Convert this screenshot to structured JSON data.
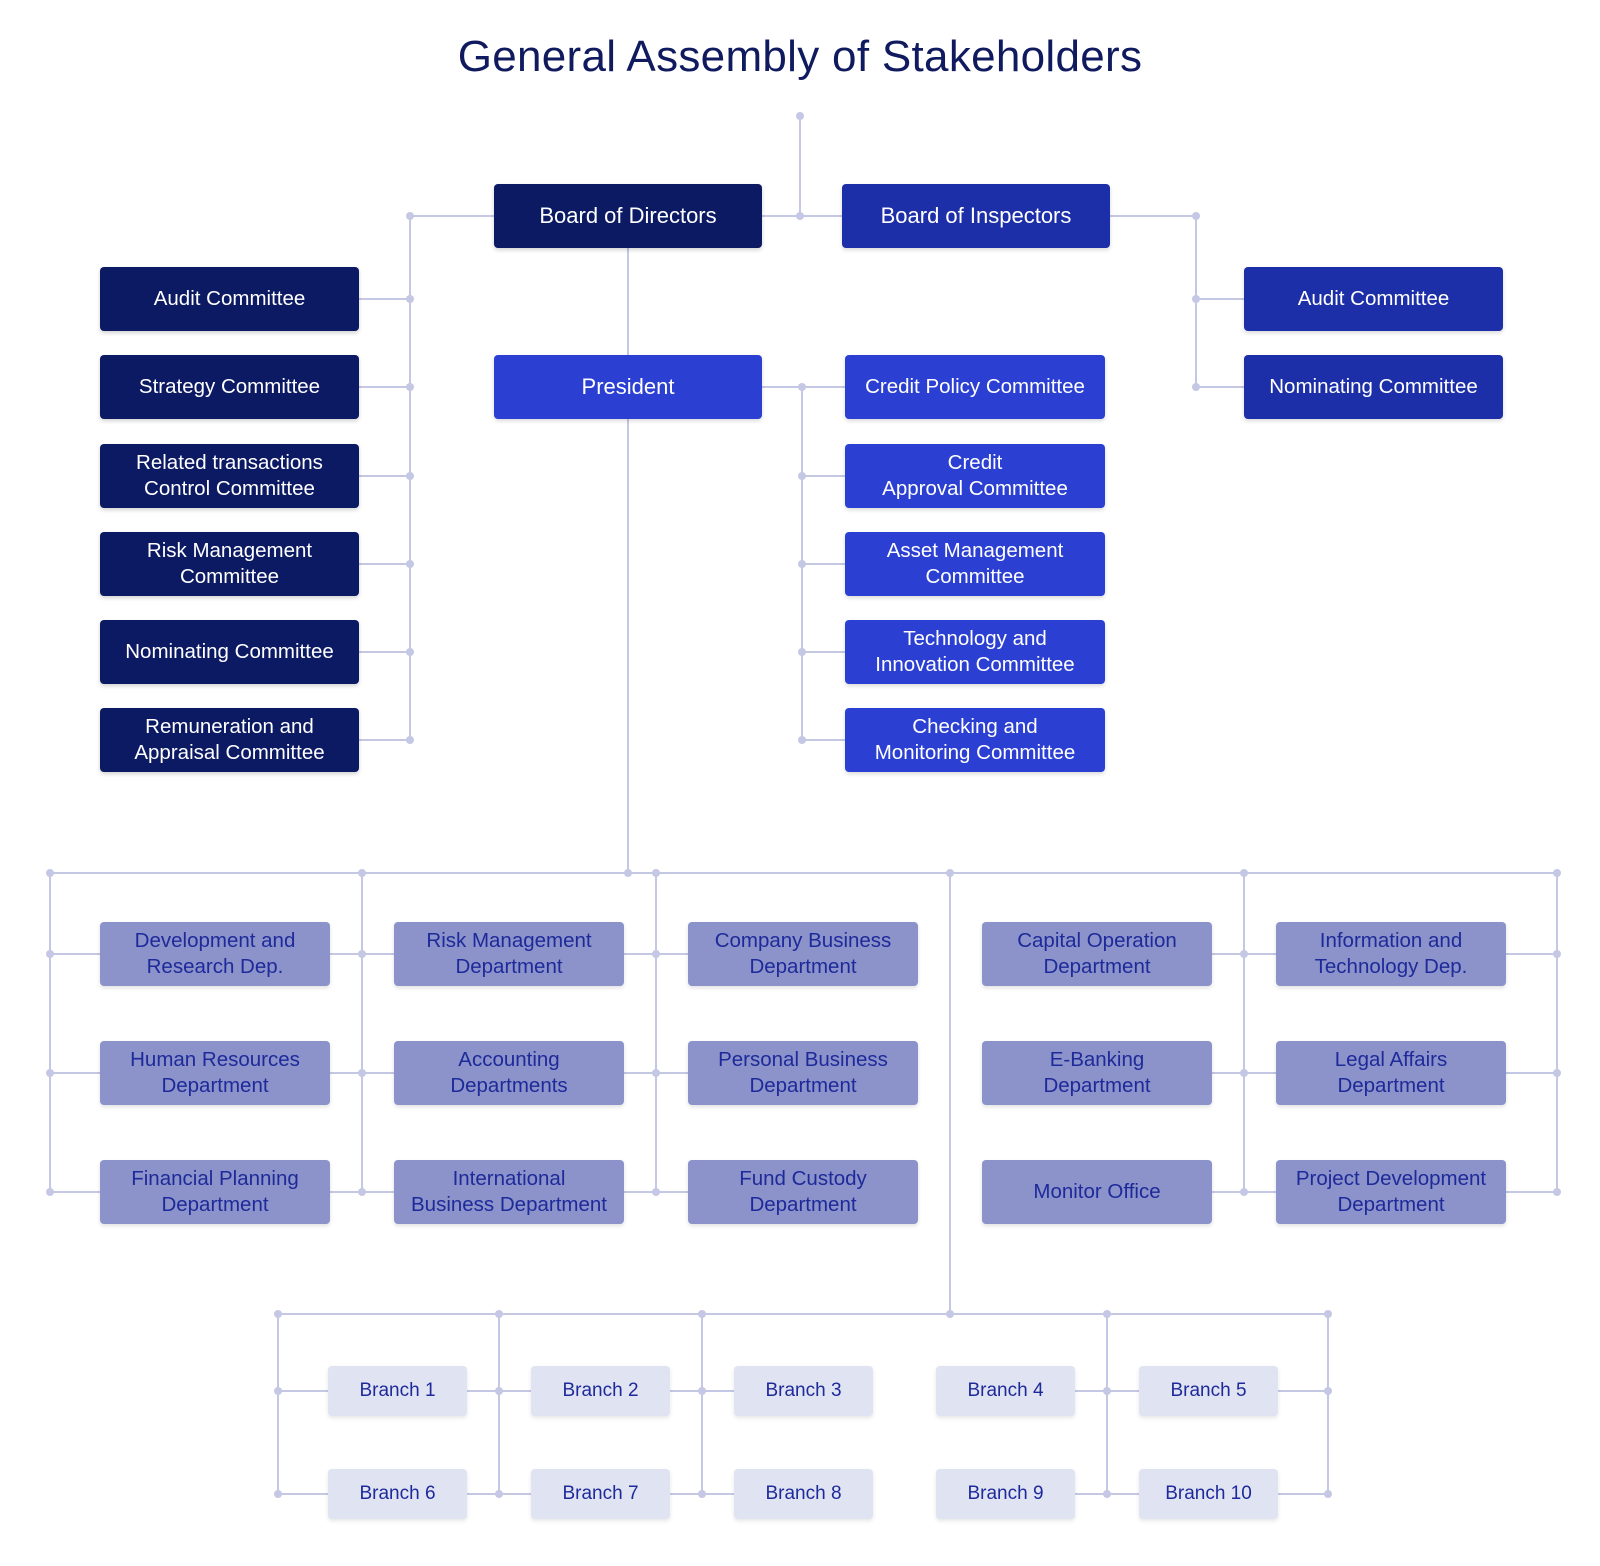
{
  "title": "General Assembly of Stakeholders",
  "colors": {
    "dark": "#0c1a64",
    "blue": "#2b3fd3",
    "department": "#8b93ca",
    "branch": "#e0e3f2",
    "connector": "#c5c8e4"
  },
  "top": {
    "board_of_directors": "Board of Directors",
    "board_of_inspectors": "Board of Inspectors",
    "president": "President"
  },
  "board_committees": [
    "Audit Committee",
    "Strategy Committee",
    "Related transactions\nControl Committee",
    "Risk Management\nCommittee",
    "Nominating Committee",
    "Remuneration and\nAppraisal Committee"
  ],
  "inspector_committees": [
    "Audit Committee",
    "Nominating Committee"
  ],
  "president_committees": [
    "Credit Policy Committee",
    "Credit\nApproval Committee",
    "Asset Management\nCommittee",
    "Technology and\nInnovation Committee",
    "Checking and\nMonitoring Committee"
  ],
  "departments": [
    "Development and\nResearch Dep.",
    "Human Resources\nDepartment",
    "Financial Planning\nDepartment",
    "Risk Management\nDepartment",
    "Accounting\nDepartments",
    "International\nBusiness Department",
    "Company Business\nDepartment",
    "Personal Business\nDepartment",
    "Fund Custody\nDepartment",
    "Capital Operation\nDepartment",
    "E-Banking\nDepartment",
    "Monitor Office",
    "Information and\nTechnology Dep.",
    "Legal Affairs\nDepartment",
    "Project Development\nDepartment"
  ],
  "branches": [
    "Branch 1",
    "Branch 2",
    "Branch 3",
    "Branch 4",
    "Branch 5",
    "Branch 6",
    "Branch 7",
    "Branch 8",
    "Branch 9",
    "Branch 10"
  ]
}
